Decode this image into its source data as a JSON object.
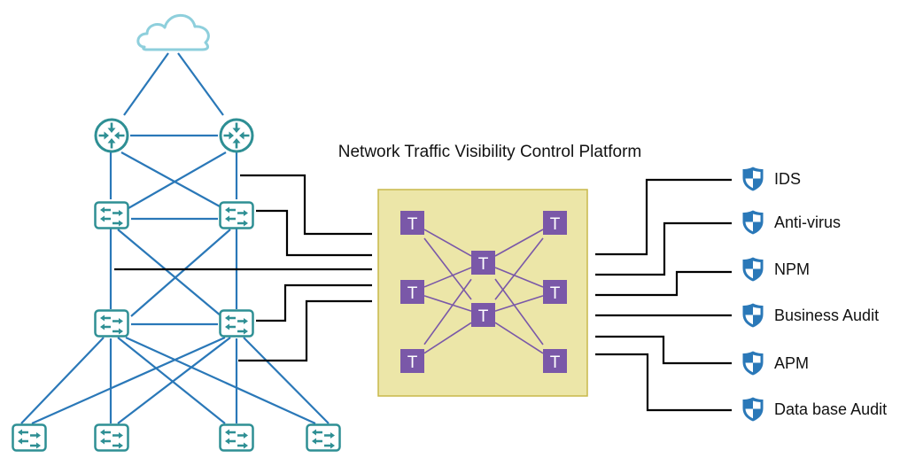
{
  "title": "Network Traffic Visibility Control Platform",
  "colors": {
    "topology_line": "#2a78b8",
    "device": "#2e8f94",
    "cloud": "#8ecfdc",
    "platform_fill": "#ece6a8",
    "platform_border": "#c8b94a",
    "tap_fill": "#7a58a8",
    "tap_line": "#7a58a8",
    "mirror_line": "#000000",
    "shield": "#2a78b8"
  },
  "topology": {
    "cloud": {
      "id": "cloud",
      "type": "cloud"
    },
    "routers": [
      {
        "id": "router-1",
        "type": "router"
      },
      {
        "id": "router-2",
        "type": "router"
      }
    ],
    "core_switches": [
      {
        "id": "core-switch-1",
        "type": "switch"
      },
      {
        "id": "core-switch-2",
        "type": "switch"
      }
    ],
    "aggregation_switches": [
      {
        "id": "agg-switch-1",
        "type": "switch"
      },
      {
        "id": "agg-switch-2",
        "type": "switch"
      }
    ],
    "access_switches": [
      {
        "id": "access-switch-1",
        "type": "switch"
      },
      {
        "id": "access-switch-2",
        "type": "switch"
      },
      {
        "id": "access-switch-3",
        "type": "switch"
      },
      {
        "id": "access-switch-4",
        "type": "switch"
      }
    ]
  },
  "platform": {
    "tap_label": "T",
    "taps": [
      {
        "id": "tap-in-1"
      },
      {
        "id": "tap-in-2"
      },
      {
        "id": "tap-in-3"
      },
      {
        "id": "tap-mid-1"
      },
      {
        "id": "tap-mid-2"
      },
      {
        "id": "tap-out-1"
      },
      {
        "id": "tap-out-2"
      },
      {
        "id": "tap-out-3"
      }
    ]
  },
  "services": [
    {
      "label": "IDS",
      "icon": "shield-icon"
    },
    {
      "label": "Anti-virus",
      "icon": "shield-icon"
    },
    {
      "label": "NPM",
      "icon": "shield-icon"
    },
    {
      "label": "Business Audit",
      "icon": "shield-icon"
    },
    {
      "label": "APM",
      "icon": "shield-icon"
    },
    {
      "label": "Data base Audit",
      "icon": "shield-icon"
    }
  ]
}
